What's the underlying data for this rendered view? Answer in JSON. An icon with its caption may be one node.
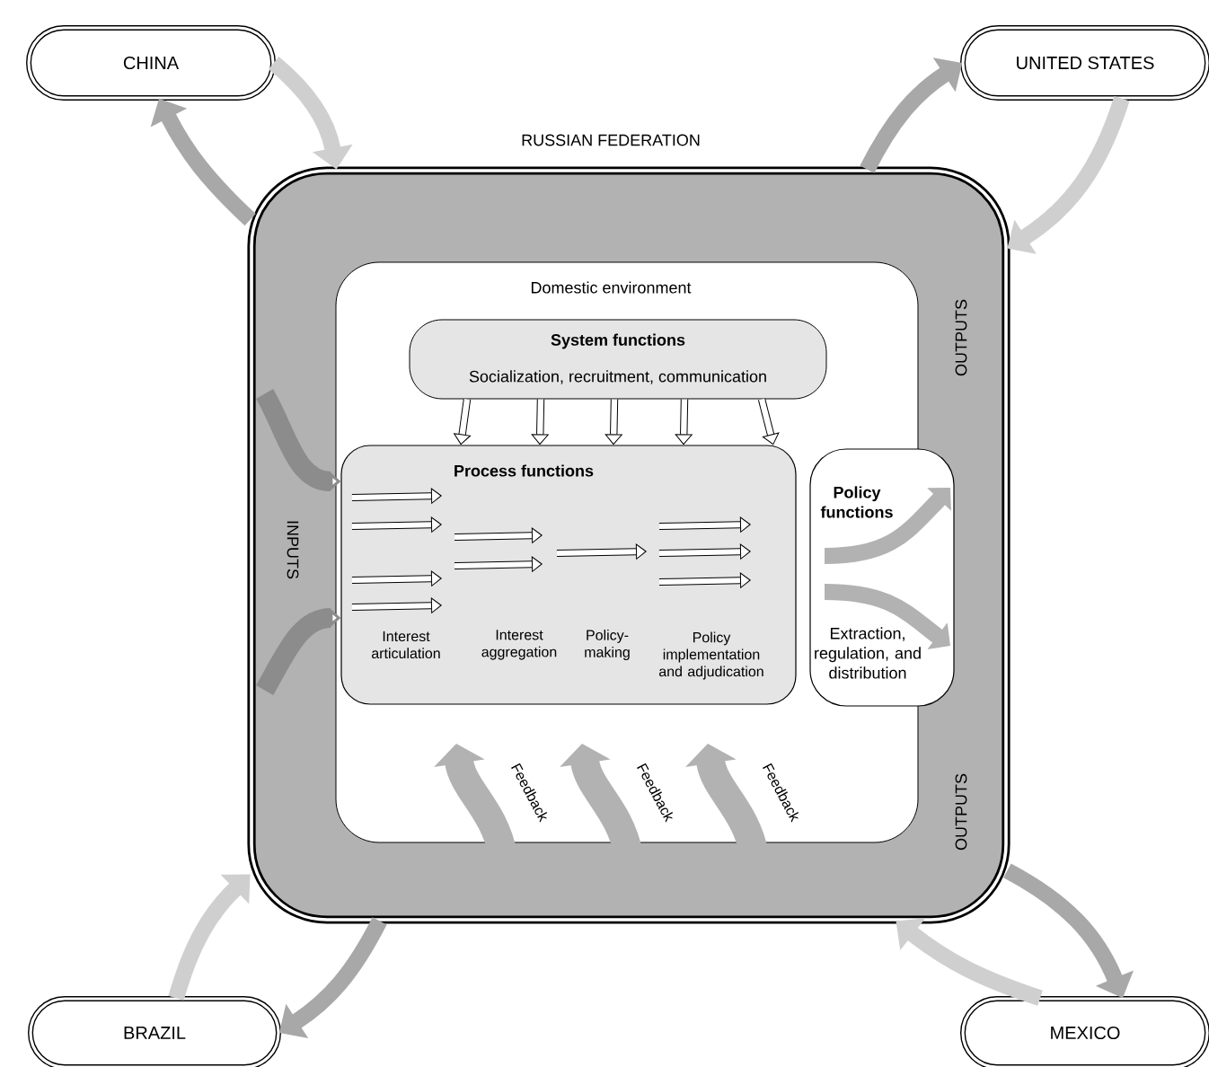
{
  "diagram": {
    "nodes": [
      {
        "text": [
          "CHINA"
        ]
      },
      {
        "text": [
          "UNITED STATES"
        ]
      },
      {
        "text": [
          "BRAZIL"
        ]
      },
      {
        "text": [
          "MEXICO"
        ]
      },
      {
        "text": [
          "RUSSIAN FEDERATION"
        ]
      },
      {
        "text": [
          "Domestic environment"
        ],
        "in": 4
      },
      {
        "text": [
          "System functions",
          "Socialization, recruitment, communication"
        ],
        "in": 5
      },
      {
        "text": [
          "Process functions"
        ],
        "in": 5
      },
      {
        "text": [
          "Policy functions",
          "Extraction, regulation, and distribution"
        ],
        "in": 4
      }
    ],
    "edges": [
      {
        "from": 0,
        "to": 4,
        "arrow": "to",
        "color": "#cfcfcf"
      },
      {
        "from": 4,
        "to": 0,
        "arrow": "to",
        "color": "#a8a8a8"
      },
      {
        "from": 4,
        "to": 1,
        "arrow": "to",
        "color": "#a8a8a8"
      },
      {
        "from": 1,
        "to": 4,
        "arrow": "to",
        "color": "#cfcfcf"
      },
      {
        "from": 2,
        "to": 4,
        "arrow": "to",
        "color": "#cfcfcf"
      },
      {
        "from": 4,
        "to": 2,
        "arrow": "to",
        "color": "#a8a8a8"
      },
      {
        "from": 3,
        "to": 4,
        "arrow": "to",
        "color": "#cfcfcf"
      },
      {
        "from": 4,
        "to": 3,
        "arrow": "to",
        "color": "#a8a8a8"
      },
      {
        "from": 6,
        "to": 7,
        "arrow": "to"
      },
      {
        "from": 6,
        "to": 7,
        "arrow": "to"
      },
      {
        "from": 6,
        "to": 7,
        "arrow": "to"
      },
      {
        "from": 6,
        "to": 7,
        "arrow": "to"
      },
      {
        "from": 6,
        "to": 7,
        "arrow": "to"
      },
      {
        "from": 4,
        "to": 7,
        "arrow": "to",
        "color": "#8c8c8c"
      },
      {
        "from": 4,
        "to": 7,
        "arrow": "to",
        "color": "#8c8c8c"
      }
    ],
    "labels": [
      "OUTPUTS",
      "INPUTS",
      "Interest articulation",
      "Interest aggregation",
      "Policy-making",
      "Policy implementation and adjudication",
      "Feedback",
      "Feedback",
      "Feedback",
      "OUTPUTS"
    ]
  }
}
